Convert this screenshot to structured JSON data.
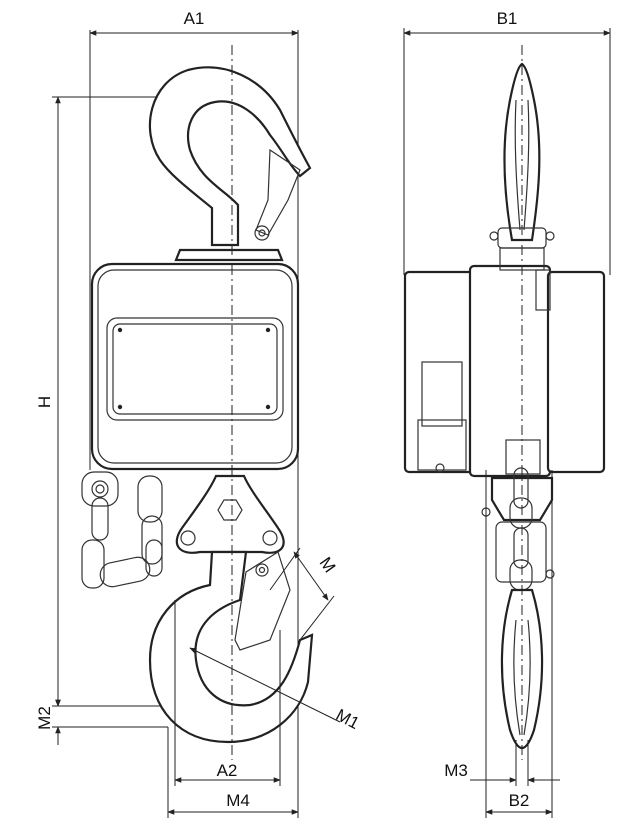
{
  "diagram": {
    "labels": {
      "a1": "A1",
      "b1": "B1",
      "h": "H",
      "m": "M",
      "m1": "M1",
      "m2": "M2",
      "a2": "A2",
      "m3": "M3",
      "m4": "M4",
      "b2": "B2"
    },
    "colors": {
      "line": "#222222",
      "background": "#ffffff"
    }
  }
}
